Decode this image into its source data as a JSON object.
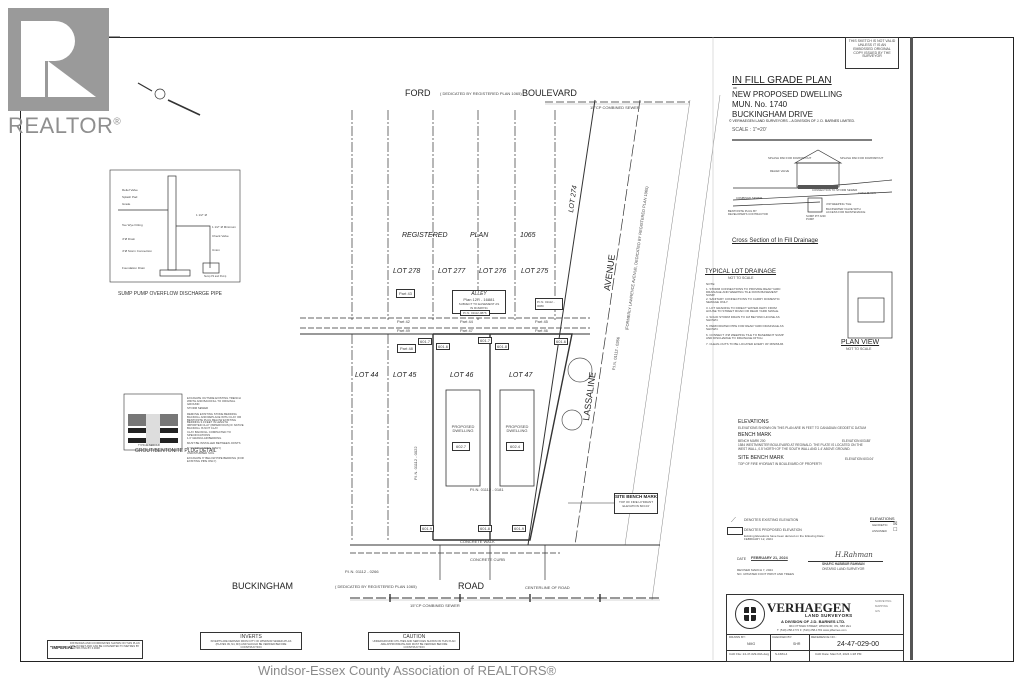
{
  "watermark": {
    "brand": "REALTOR",
    "registered": "®",
    "footer": "Windsor-Essex County Association of REALTORS®"
  },
  "stamp": {
    "text": "THIS SKETCH IS NOT VALID UNLESS IT IS AN EMBOSSED ORIGINAL COPY ISSUED BY THE SURVEYOR"
  },
  "title_block": {
    "title": "IN FILL GRADE PLAN",
    "of": "OF",
    "line1": "NEW PROPOSED DWELLING",
    "line2": "MUN. No. 1740",
    "line3": "BUCKINGHAM DRIVE",
    "copyright": "© VERHAEGEN LAND SURVEYORS  –  A DIVISION OF J. D. BARNES LIMITED.",
    "scale": "SCALE : 1\"=20'"
  },
  "streets": {
    "north_a": "FORD",
    "north_note": "( DEDICATED BY REGISTERED PLAN 1065)",
    "north_b": "BOULEVARD",
    "north_sewer": "15\"CP COMBINED SEWER",
    "south_a": "BUCKINGHAM",
    "south_note": "( DEDICATED BY REGISTERED PLAN 1065)",
    "south_b": "ROAD",
    "south_centerline": "CENTERLINE OF ROAD",
    "south_sewer": "15\"CP COMBINED SEWER",
    "south_pin": "P.I.N. 01112 - 0266",
    "east_a": "LASSALINE",
    "east_b": "AVENUE",
    "east_note": "(FORMERLY LAWRENCE AVENUE, DEDICATED BY REGISTERED PLAN 1065)",
    "east_pin": "P.I.N. 01112 - 0266"
  },
  "plan": {
    "registered": "REGISTERED",
    "plan": "PLAN",
    "plan_no": "1065",
    "lots_top": [
      "LOT 278",
      "LOT 277",
      "LOT 276",
      "LOT 275",
      "LOT 274"
    ],
    "lots_bottom": [
      "LOT 44",
      "LOT 45",
      "LOT 46",
      "LOT 47"
    ],
    "alley": [
      "ALLEY",
      "Plan 12R - 16881",
      "SUBJECT TO EASEMENT AS",
      "IN R1628741"
    ],
    "parts": [
      "Part 43",
      "Part 42",
      "Part 49",
      "Part 48",
      "Part 44",
      "Part 47",
      "Part 45",
      "Part 46"
    ],
    "pins": [
      "P.I.N. 01112-0876",
      "P.I.N. 01112 - 0080",
      "P.I.N. 01112 - 0181",
      "P.I.N. 01112 - 0022"
    ],
    "dwelling_label": "PROPOSED DWELLING",
    "dwelling_elev": [
      "602.7",
      "602.4"
    ],
    "spot_elevs": [
      "601.7",
      "601.6",
      "601.7",
      "601.8",
      "601.6",
      "601.9",
      "601.8",
      "601.9"
    ],
    "concrete_walk": "CONCRETE WALK",
    "concrete_curb": "CONCRETE CURB",
    "site_bm": [
      "SITE BENCH MARK",
      "TOP OF FIRE HYDRANT",
      "ELEVATION 603.04'"
    ]
  },
  "details": {
    "sump_title": "SUMP PUMP OVERFLOW DISCHARGE PIPE",
    "sump_labels": [
      "Relief Valve",
      "Splash Pad",
      "Grade",
      "Tee Wye Fitting",
      "4\"Ø Drain",
      "4\"Ø Storm Connection",
      "Foundation Drain",
      "1 1/2\" Ø",
      "1 1/2\" Ø Minimum",
      "Check Valve",
      "Union",
      "Sump Pit and Pump"
    ],
    "grout_title": "GROUT/BENTONITE PLUG DETAIL",
    "grout_labels": [
      "EXCAVATE OUTSIDE EXISTING TRENCH WIDTH AND BACKFILL TO ORIGINAL GROUND",
      "STORM SEWER",
      "REMOVE EXISTING STONE BEDDING BACKFILL AND REPLACE WITH CLAY OR BENTONITE PLUG BELOW EXISTING BEDDING 3.0 FEET IN LENGTH",
      "IMPORTED CLAY (IMPERVIOUS) IF NATIVE BACKFILL IS NOT CLAY",
      "CLAY BACKFILL COMPACTED TO SPECIFICATIONS",
      "1.0' GRANULAR BEDDING",
      "MUST BE INSTALLED BETWEEN JOINTS",
      "6\" SEWER STONE (ONLY)",
      "UNDISTURBED SOIL",
      "EXCAVATE 6\" BELOW PIPE BEDDING (FOR EXISTING PIPE ONLY)",
      "TYPICAL SEW X-X"
    ],
    "cross_section_title": "Cross Section of In Fill Drainage",
    "cross_labels": [
      "SPLASH PAD FOR DOWNSPOUT",
      "RELIEF VALVE",
      "CONNECTION TO STORM SEWER",
      "COMBINED SEWER",
      "BENTONITE PLUG BY DEVELOPER'S CONTRACTOR",
      "4\"Ø WEEPING TILE",
      "BACKWATER VALVE WITH ACCESS FOR MAINTENANCE",
      "SUMP PIT AND PUMP",
      "CATCHBASIN"
    ],
    "typical_title": "TYPICAL LOT DRAINAGE",
    "typical_sub": "NOT TO SCALE",
    "typical_note_head": "NOTE:",
    "typical_notes": [
      "1.  STORM CONNECTIONS TO PROVIDE REAR YARD DRAINAGE AND WEEPING TILE FROM BASEMENT SUMP.",
      "2.  SANITARY CONNECTIONS TO CARRY DOMESTIC SEWAGE ONLY.",
      "3.  LOT GRADING TO DIRECT WATER AWAY FROM HOUSE TO STREET ROAD OR REAR YARD SWALE.",
      "4.  SOLID STORM DRAIN TO 1M BEYOND HOUSE AS SHOWN.",
      "5.  PERFORATED PIPE FOR REAR YARD DRAINAGE AS SHOWN.",
      "6.  CONNECT 4\"Ø WEEPING TILE TO BASEMENT SUMP AND DISCHARGE TO DRAINAGE DITCH.",
      "7.  CLEAN-OUTS TO BE LOCATED EVERY 30' MINIMUM."
    ],
    "plan_view_title": "PLAN VIEW",
    "plan_view_sub": "NOT TO SCALE"
  },
  "elevations": {
    "title": "ELEVATIONS",
    "text": "ELEVATIONS SHOWN ON THIS PLAN ARE IN FEET TO CANADIAN GEODETIC DATUM",
    "bm_title": "BENCH MARK",
    "bm_line1": "BENCH MARK 200",
    "bm_elev": "ELEVATION 603.88'",
    "bm_line2": "1584 WESTMINSTER BOULEVARD AT REGINALD. THE PLATE IS LOCATED ON THE",
    "bm_line3": "WEST WALL, 0.5' NORTH OF THE SOUTH WALL AND 1.4' ABOVE GROUND.",
    "sbm_title": "SITE BENCH MARK",
    "sbm_elev": "ELEVATION 603.04'",
    "sbm_text": "TOP OF FIRE HYDRANT IN BOULEVARD OF PROPERTY"
  },
  "legend": {
    "existing": "DENOTES  EXISTING ELEVATION",
    "proposed": "DENOTES  PROPOSED ELEVATION",
    "derived": "Existing Elevations have been derived on the following Date : FEBRUARY 12, 2024",
    "elev_title": "ELEVATIONS",
    "geodetic": "GEODETIC",
    "assumed": "ASSUMED",
    "geodetic_check": "☒",
    "assumed_check": "☐",
    "date_label": "DATE",
    "date": "FEBRUARY 21, 2024",
    "revised": "REVISED MARCH 7, 2024",
    "revised_note": "NO. UPDATED FOOT PRINT AND TREES",
    "signature": "H.Rahman",
    "surveyor": "SHAFIC HABIBUR RAHMAN",
    "surveyor_title": "ONTARIO LAND SURVEYOR"
  },
  "company": {
    "name": "VERHAEGEN",
    "sub": "LAND SURVEYORS",
    "division": "A DIVISION OF J.D. BARNES LTD.",
    "address": "964 OTTAWA STREET, WINDSOR, ON, N8X 2E1",
    "phones": "T: (519) 258-1772    F: (519) 258-1781    www.jdbarnes.com",
    "services": [
      "SURVEYING",
      "MAPPING",
      "GIS"
    ],
    "drawn_by_label": "DRAWN BY:",
    "drawn_by": "NMG",
    "checked_by_label": "CHECKED BY:",
    "checked_by": "SHR",
    "reference_label": "REFERENCE NO.:",
    "reference": "24-47-029-00",
    "cad_file": "CAD File: 24-47-029-00A.dwg",
    "field_book": "S-1684-4",
    "cad_date": "CAD Date: March 8, 2024  1:28 PM"
  },
  "notes": {
    "imperial_head": "\"IMPERIAL\"",
    "imperial_text": "DISTANCES AND COORDINATES SHOWN ON THIS PLAN ARE IN FEET AND CAN BE CONVERTED TO METRES BY MULTIPLYING BY 0.3048",
    "inverts_head": "INVERTS",
    "inverts_text": "INVERTS ARE DERIVED FROM CITY OF WINDSOR SEWER ATLAS (PLATES 09, N4, M3) AND SHOULD BE VERIFIED BEFORE CONSTRUCTION",
    "caution_head": "CAUTION",
    "caution_text": "UNDERGROUND UTILITIES AND SERVICES SHOWN ON THIS PLAN ARE APPROXIMATE AND MUST BE VERIFIED BEFORE CONSTRUCTION"
  }
}
